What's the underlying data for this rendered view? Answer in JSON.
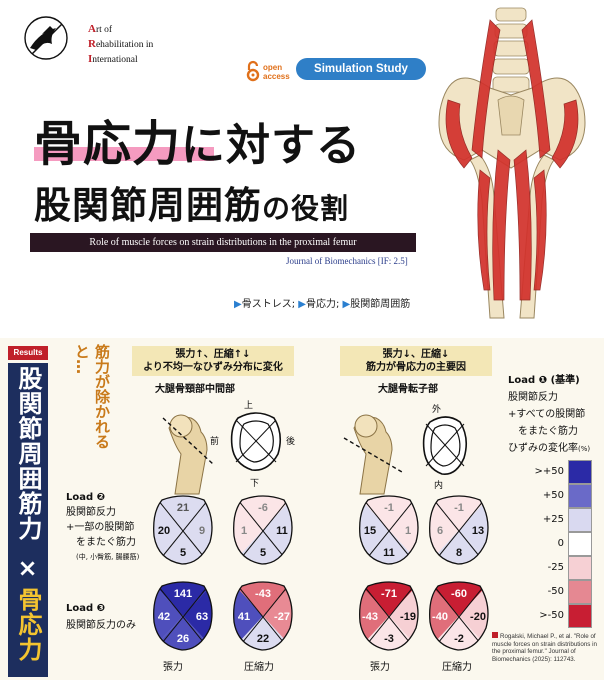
{
  "org": {
    "l1_ini": "A",
    "l1_rest": "rt of",
    "l2_ini": "R",
    "l2_rest": "ehabilitation in",
    "l3_ini": "I",
    "l3_rest": "nternational"
  },
  "open_access": {
    "l1": "open",
    "l2": "access"
  },
  "badge": "Simulation Study",
  "title": {
    "part1": "骨応力",
    "part2": "に対する",
    "line2a": "股関節周囲筋",
    "line2b": "の役割"
  },
  "english_title": "Role of muscle forces on strain distributions in the proximal femur",
  "journal": "Journal of Biomechanics [IF: 2.5]",
  "keywords": [
    {
      "tri": "▶",
      "text": "骨ストレス;"
    },
    {
      "tri": "▶",
      "text": "骨応力;"
    },
    {
      "tri": "▶",
      "text": "股関節周囲筋"
    }
  ],
  "results_label": "Results",
  "side": {
    "t1": "股関節周囲筋力",
    "t2": "×",
    "t3": "骨応力"
  },
  "intro": "筋力が除かれると…",
  "box1": {
    "l1": "張力↑、圧縮↑↓",
    "l2": "より不均一なひずみ分布に変化"
  },
  "box2": {
    "l1": "張力↓、圧縮↓",
    "l2": "筋力が骨応力の主要因"
  },
  "region1": "大腿骨頸部中間部",
  "region2": "大腿骨転子部",
  "dir1": {
    "top": "上",
    "bottom": "下",
    "left": "前",
    "right": "後"
  },
  "dir2": {
    "top": "外",
    "bottom": "内"
  },
  "load1": {
    "title": "Load",
    "num": "❶",
    "tail": "(基準)",
    "l1": "股関節反力",
    "l2": "+すべての股関節",
    "l3": "をまたぐ筋力",
    "l4": "ひずみの変化率",
    "unit": "(%)"
  },
  "load2": {
    "title": "Load",
    "num": "❷",
    "l1": "股関節反力",
    "l2": "+一部の股関節",
    "l3": "をまたぐ筋力",
    "l4": "(中, 小臀筋, 腸腰筋)"
  },
  "load3": {
    "title": "Load",
    "num": "❸",
    "l1": "股関節反力のみ"
  },
  "col_labels": [
    "張力",
    "圧縮力",
    "張力",
    "圧縮力"
  ],
  "legend": {
    "labels": [
      ">+50",
      "+50",
      "+25",
      "0",
      "-25",
      "-50",
      ">-50"
    ],
    "colors": [
      "#2b2aa6",
      "#6a6ac8",
      "#d9d9f0",
      "#ffffff",
      "#f6d0d4",
      "#e58892",
      "#c81e33"
    ]
  },
  "reference": "Rogalski, Michael P., et al. \"Role of muscle forces on strain distributions in the proximal femur.\" Journal of Biomechanics (2025): 112743.",
  "quads": {
    "r1": [
      {
        "top": "21",
        "left": "20",
        "right": "9",
        "bottom": "5",
        "colors": [
          "#dcdcf0",
          "#dcdcf0",
          "#dcdcf0",
          "#dcdcf0"
        ],
        "tc": [
          "#555",
          "#111",
          "#777",
          "#111"
        ]
      },
      {
        "top": "-6",
        "left": "1",
        "right": "11",
        "bottom": "5",
        "colors": [
          "#fbe5e7",
          "#fbe5e7",
          "#dcdcf0",
          "#dcdcf0"
        ],
        "tc": [
          "#888",
          "#888",
          "#111",
          "#111"
        ]
      },
      {
        "top": "-1",
        "left": "15",
        "right": "1",
        "bottom": "11",
        "colors": [
          "#fbe5e7",
          "#dcdcf0",
          "#fbe5e7",
          "#dcdcf0"
        ],
        "tc": [
          "#888",
          "#111",
          "#888",
          "#111"
        ]
      },
      {
        "top": "-1",
        "left": "6",
        "right": "13",
        "bottom": "8",
        "colors": [
          "#fbe5e7",
          "#fbe5e7",
          "#dcdcf0",
          "#dcdcf0"
        ],
        "tc": [
          "#888",
          "#888",
          "#111",
          "#111"
        ]
      }
    ],
    "r2": [
      {
        "top": "141",
        "left": "42",
        "right": "63",
        "bottom": "26",
        "colors": [
          "#2b2aa6",
          "#4f4fbc",
          "#2b2aa6",
          "#4f4fbc"
        ],
        "tc": [
          "#fff",
          "#fff",
          "#fff",
          "#fff"
        ]
      },
      {
        "top": "-43",
        "left": "41",
        "right": "-27",
        "bottom": "22",
        "colors": [
          "#e06e7a",
          "#4f4fbc",
          "#e88a94",
          "#dcdcf0"
        ],
        "tc": [
          "#fff",
          "#fff",
          "#fff",
          "#111"
        ]
      },
      {
        "top": "-71",
        "left": "-43",
        "right": "-19",
        "bottom": "-3",
        "colors": [
          "#c81e33",
          "#e06e7a",
          "#f6d0d4",
          "#fbe5e7"
        ],
        "tc": [
          "#fff",
          "#fff",
          "#111",
          "#111"
        ]
      },
      {
        "top": "-60",
        "left": "-40",
        "right": "-20",
        "bottom": "-2",
        "colors": [
          "#c81e33",
          "#e06e7a",
          "#f6d0d4",
          "#fbe5e7"
        ],
        "tc": [
          "#fff",
          "#fff",
          "#111",
          "#111"
        ]
      }
    ]
  }
}
